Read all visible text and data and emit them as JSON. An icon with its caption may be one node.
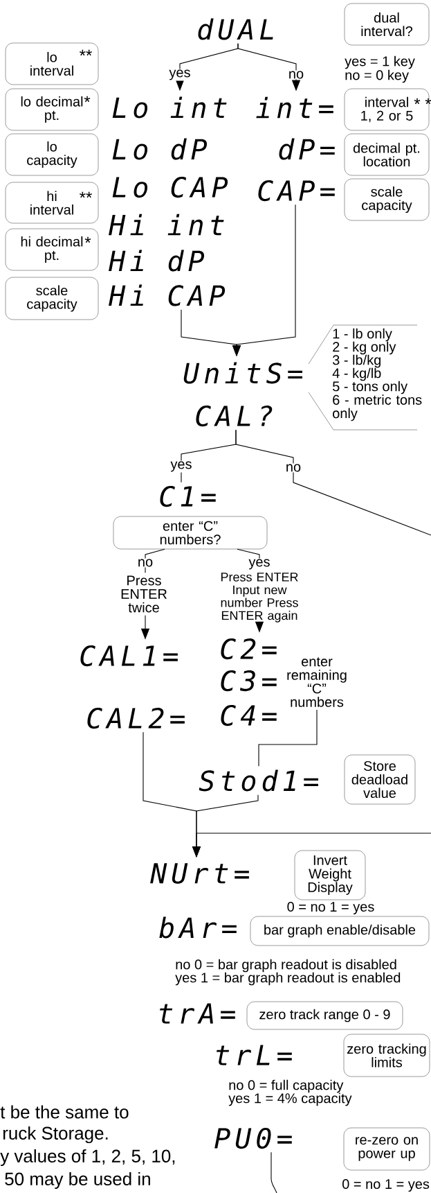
{
  "diagram": {
    "nodes": [
      {
        "text": [
          "dUAL"
        ]
      },
      {
        "text": [
          "dual interval?"
        ]
      },
      {
        "text": [
          "lo interval",
          "**"
        ]
      },
      {
        "text": [
          "lo decimal pt.",
          "*"
        ]
      },
      {
        "text": [
          "Lo int"
        ]
      },
      {
        "text": [
          "int="
        ]
      },
      {
        "text": [
          "interval 1, 2 or 5",
          "* *"
        ]
      },
      {
        "text": [
          "lo capacity"
        ]
      },
      {
        "text": [
          "Lo dP"
        ]
      },
      {
        "text": [
          "dP="
        ]
      },
      {
        "text": [
          "decimal pt. location"
        ]
      },
      {
        "text": [
          "hi interval",
          "**"
        ]
      },
      {
        "text": [
          "Lo CAP"
        ]
      },
      {
        "text": [
          "CAP="
        ]
      },
      {
        "text": [
          "scale capacity"
        ]
      },
      {
        "text": [
          "Hi int"
        ]
      },
      {
        "text": [
          "hi decimal pt.",
          "*"
        ]
      },
      {
        "text": [
          "Hi dP"
        ]
      },
      {
        "text": [
          "scale capacity"
        ]
      },
      {
        "text": [
          "Hi CAP"
        ]
      },
      {
        "text": [
          "UnitS="
        ]
      },
      {
        "text": [
          "CAL?"
        ]
      },
      {
        "text": [
          "C1="
        ]
      },
      {
        "text": [
          "enter “C” numbers?"
        ]
      },
      {
        "text": [
          "Press ENTER twice"
        ]
      },
      {
        "text": [
          "Press ENTER Input new number Press ENTER again"
        ]
      },
      {
        "text": [
          "CAL1="
        ]
      },
      {
        "text": [
          "C2="
        ]
      },
      {
        "text": [
          "C3="
        ]
      },
      {
        "text": [
          "enter remaining “C” numbers"
        ]
      },
      {
        "text": [
          "CAL2="
        ]
      },
      {
        "text": [
          "C4="
        ]
      },
      {
        "text": [
          "Stod1="
        ]
      },
      {
        "text": [
          "Store deadload value"
        ]
      },
      {
        "text": [
          "NUrt="
        ]
      },
      {
        "text": [
          "Invert Weight Display"
        ],
        "beside": [
          "0 = no 1 = yes"
        ]
      },
      {
        "text": [
          "bAr="
        ]
      },
      {
        "text": [
          "bar graph enable/disable"
        ]
      },
      {
        "text": [
          "trA="
        ]
      },
      {
        "text": [
          "zero track range 0 - 9"
        ]
      },
      {
        "text": [
          "trL="
        ]
      },
      {
        "text": [
          "zero tracking limits"
        ]
      },
      {
        "text": [
          "PU0="
        ]
      },
      {
        "text": [
          "re-zero on power up"
        ],
        "beside": [
          "0 = no 1 = yes"
        ]
      }
    ],
    "edges": [
      {
        "from": 0,
        "to": 4,
        "arrow": "to",
        "label": "yes"
      },
      {
        "from": 0,
        "to": 5,
        "arrow": "to",
        "label": "no"
      },
      {
        "from": 19,
        "to": 20,
        "arrow": "to"
      },
      {
        "from": 13,
        "to": 20,
        "arrow": "to"
      },
      {
        "from": 21,
        "to": 22,
        "arrow": "none",
        "label": "yes"
      },
      {
        "from": 21,
        "to": null,
        "arrow": "none",
        "label": "no"
      },
      {
        "from": 23,
        "to": 24,
        "arrow": "none",
        "label": "no"
      },
      {
        "from": 24,
        "to": 26,
        "arrow": "to"
      },
      {
        "from": 23,
        "to": 25,
        "arrow": "none",
        "label": "yes"
      },
      {
        "from": 25,
        "to": 27,
        "arrow": "to"
      },
      {
        "from": 29,
        "to": 32,
        "arrow": "none"
      },
      {
        "from": 30,
        "to": 34,
        "arrow": "to"
      },
      {
        "from": 32,
        "to": 34,
        "arrow": "to"
      },
      {
        "from": null,
        "to": 34,
        "arrow": "to"
      },
      {
        "from": 42,
        "to": null,
        "arrow": "none"
      }
    ],
    "labels": [
      "yes = 1 key",
      "no = 0 key",
      "1 - lb only",
      "2 - kg only",
      "3 - lb/kg",
      "4 - kg/lb",
      "5 - tons only",
      "6 - metric tons only",
      "no  0 = bar graph readout is disabled",
      "yes 1 = bar graph readout is enabled",
      "no  0 = full capacity",
      "yes 1 = 4% capacity",
      "t be the same to",
      "ruck Storage.",
      "y values of 1, 2, 5, 10,",
      "50 may be used in"
    ]
  }
}
